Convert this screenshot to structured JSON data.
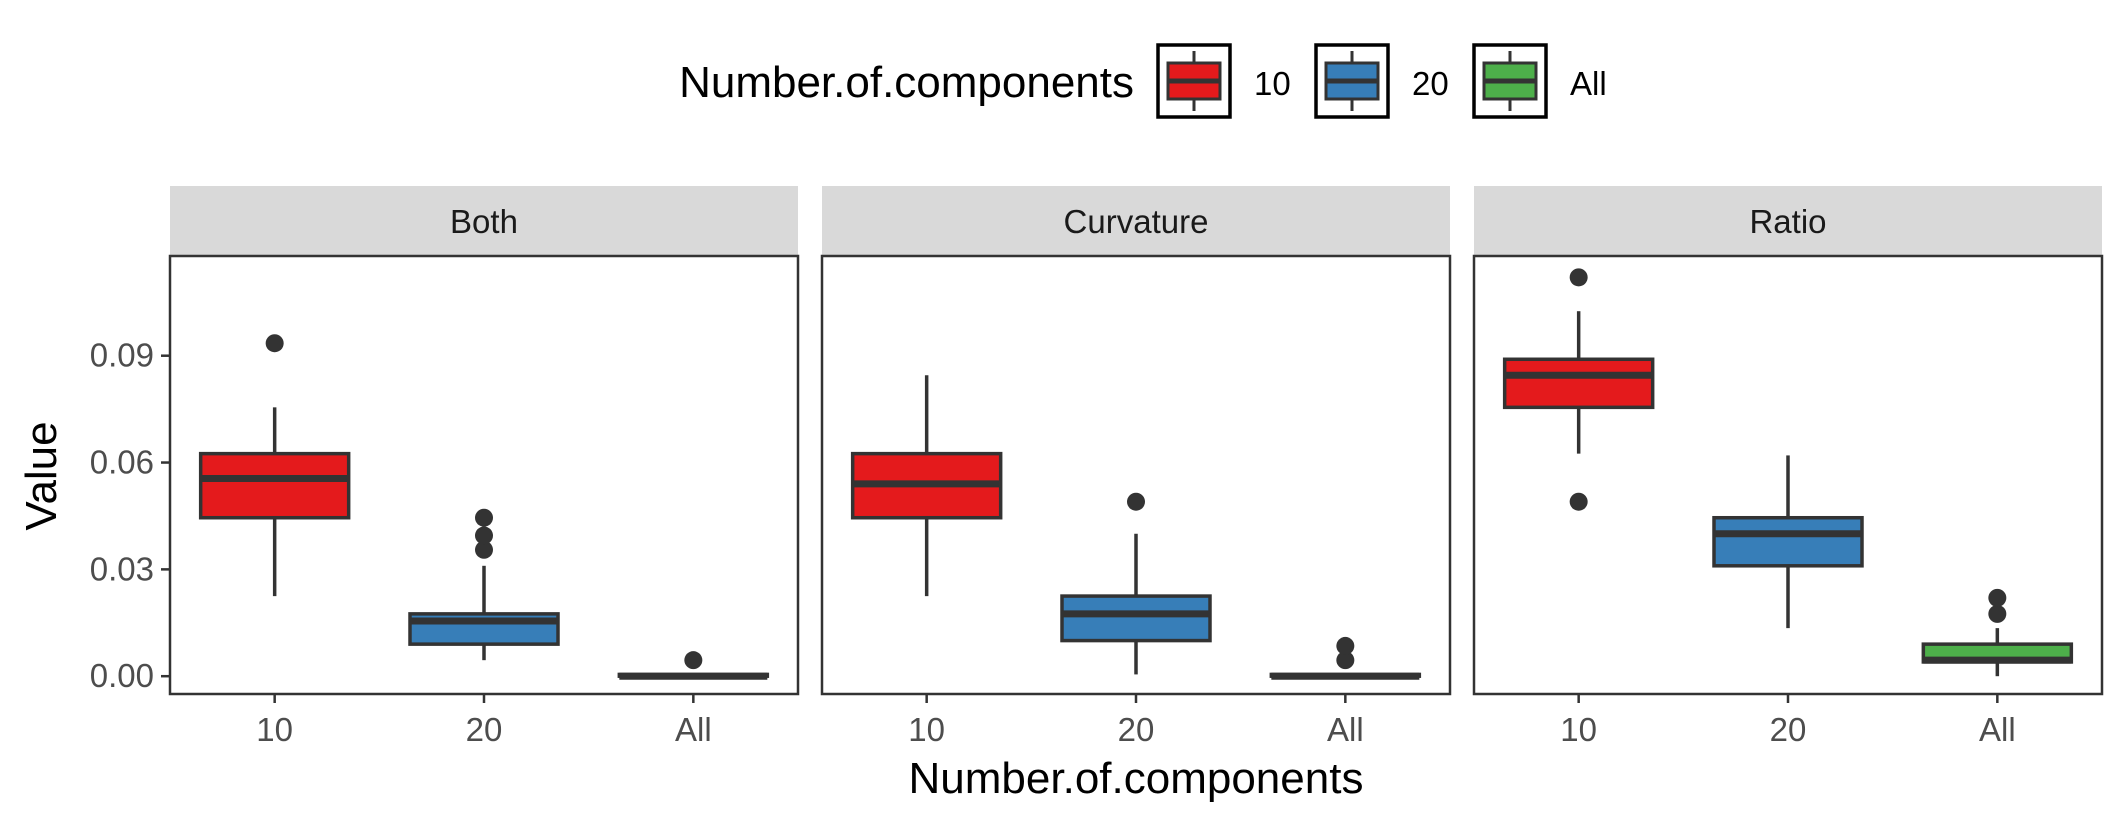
{
  "chart_data": {
    "type": "boxplot",
    "xlabel": "Number.of.components",
    "ylabel": "Value",
    "categories": [
      "10",
      "20",
      "All"
    ],
    "y_ticks": [
      "0.00",
      "0.03",
      "0.06",
      "0.09"
    ],
    "ylim": [
      -0.005,
      0.118
    ],
    "grid": false,
    "legend": {
      "title": "Number.of.components",
      "position": "top",
      "entries": [
        {
          "label": "10",
          "color": "#e41a1c"
        },
        {
          "label": "20",
          "color": "#377eb8"
        },
        {
          "label": "All",
          "color": "#4daf4a"
        }
      ]
    },
    "panels": [
      {
        "name": "Both",
        "boxes": [
          {
            "category": "10",
            "whisker_low": 0.0225,
            "q1": 0.0445,
            "median": 0.0555,
            "q3": 0.0625,
            "whisker_high": 0.0755,
            "outliers": [
              0.0935
            ]
          },
          {
            "category": "20",
            "whisker_low": 0.0045,
            "q1": 0.009,
            "median": 0.0155,
            "q3": 0.0175,
            "whisker_high": 0.031,
            "outliers": [
              0.0355,
              0.0395,
              0.0445
            ]
          },
          {
            "category": "All",
            "whisker_low": 0.0,
            "q1": 0.0,
            "median": 0.0,
            "q3": 0.0005,
            "whisker_high": 0.0005,
            "outliers": [
              0.0045
            ]
          }
        ]
      },
      {
        "name": "Curvature",
        "boxes": [
          {
            "category": "10",
            "whisker_low": 0.0225,
            "q1": 0.0445,
            "median": 0.054,
            "q3": 0.0625,
            "whisker_high": 0.0845,
            "outliers": []
          },
          {
            "category": "20",
            "whisker_low": 0.0005,
            "q1": 0.01,
            "median": 0.0175,
            "q3": 0.0225,
            "whisker_high": 0.04,
            "outliers": [
              0.049
            ]
          },
          {
            "category": "All",
            "whisker_low": 0.0,
            "q1": 0.0,
            "median": 0.0,
            "q3": 0.0005,
            "whisker_high": 0.0005,
            "outliers": [
              0.0045,
              0.0085
            ]
          }
        ]
      },
      {
        "name": "Ratio",
        "boxes": [
          {
            "category": "10",
            "whisker_low": 0.0625,
            "q1": 0.0755,
            "median": 0.0845,
            "q3": 0.089,
            "whisker_high": 0.1025,
            "outliers": [
              0.049,
              0.112
            ]
          },
          {
            "category": "20",
            "whisker_low": 0.0135,
            "q1": 0.031,
            "median": 0.04,
            "q3": 0.0445,
            "whisker_high": 0.062,
            "outliers": []
          },
          {
            "category": "All",
            "whisker_low": 0.0,
            "q1": 0.004,
            "median": 0.0045,
            "q3": 0.009,
            "whisker_high": 0.0135,
            "outliers": [
              0.0175,
              0.022
            ]
          }
        ]
      }
    ]
  }
}
